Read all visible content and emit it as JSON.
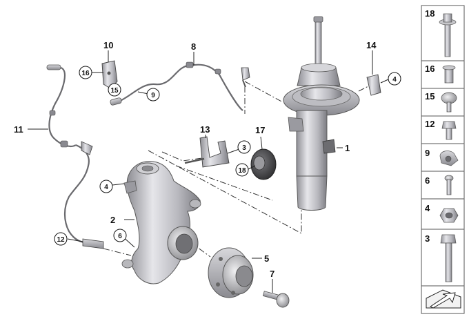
{
  "diagram": {
    "callouts": {
      "c1": "1",
      "c2": "2",
      "c3": "3",
      "c4a": "4",
      "c4b": "4",
      "c5": "5",
      "c6": "6",
      "c7": "7",
      "c8": "8",
      "c9": "9",
      "c10": "10",
      "c11": "11",
      "c12": "12",
      "c13": "13",
      "c14": "14",
      "c15": "15",
      "c16": "16",
      "c17": "17",
      "c18": "18"
    }
  },
  "sidebar": {
    "items": [
      {
        "num": "18",
        "icon": "flange-bolt-icon"
      },
      {
        "num": "16",
        "icon": "rivet-nut-icon"
      },
      {
        "num": "15",
        "icon": "torx-screw-icon"
      },
      {
        "num": "12",
        "icon": "hex-bolt-icon"
      },
      {
        "num": "9",
        "icon": "cable-clip-icon"
      },
      {
        "num": "6",
        "icon": "screw-icon"
      },
      {
        "num": "4",
        "icon": "hex-nut-icon"
      },
      {
        "num": "3",
        "icon": "long-bolt-icon"
      }
    ]
  },
  "colors": {
    "metal": "#c8c8cc",
    "dark": "#7a7a80",
    "shade": "#a4a4aa"
  }
}
